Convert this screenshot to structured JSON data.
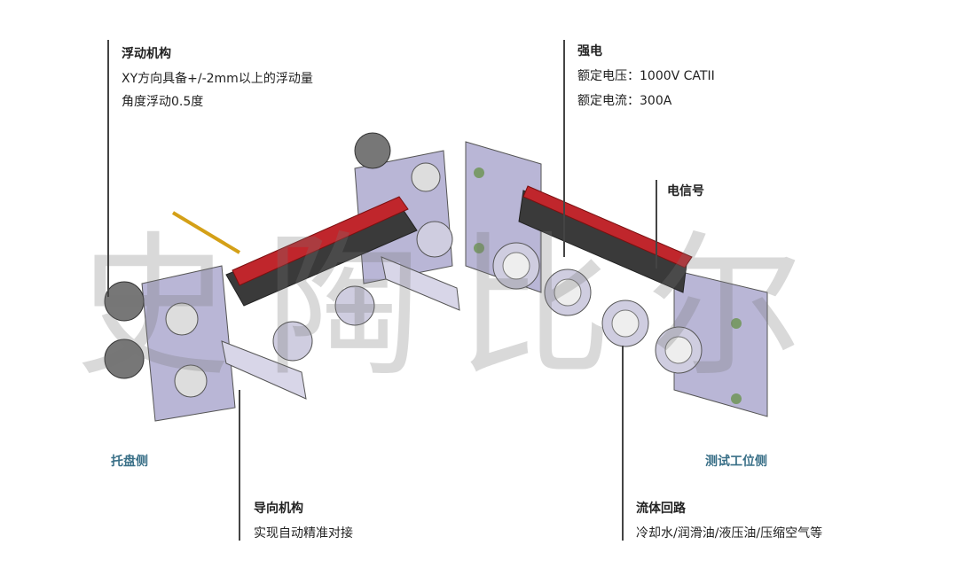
{
  "floating": {
    "title": "浮动机构",
    "line1": "XY方向具备+/-2mm以上的浮动量",
    "line2": "角度浮动0.5度"
  },
  "power": {
    "title": "强电",
    "line1": "额定电压：1000V CATII",
    "line2": "额定电流：300A"
  },
  "signal": {
    "title": "电信号"
  },
  "guide": {
    "title": "导向机构",
    "line1": "实现自动精准对接"
  },
  "fluid": {
    "title": "流体回路",
    "line1": "冷却水/润滑油/液压油/压缩空气等"
  },
  "sides": {
    "left": "托盘侧",
    "right": "测试工位侧"
  },
  "watermark": "史陶比尔",
  "colors": {
    "accent": "#3a7088",
    "plate": "#b9b6d6",
    "connector": "#c0262c"
  }
}
